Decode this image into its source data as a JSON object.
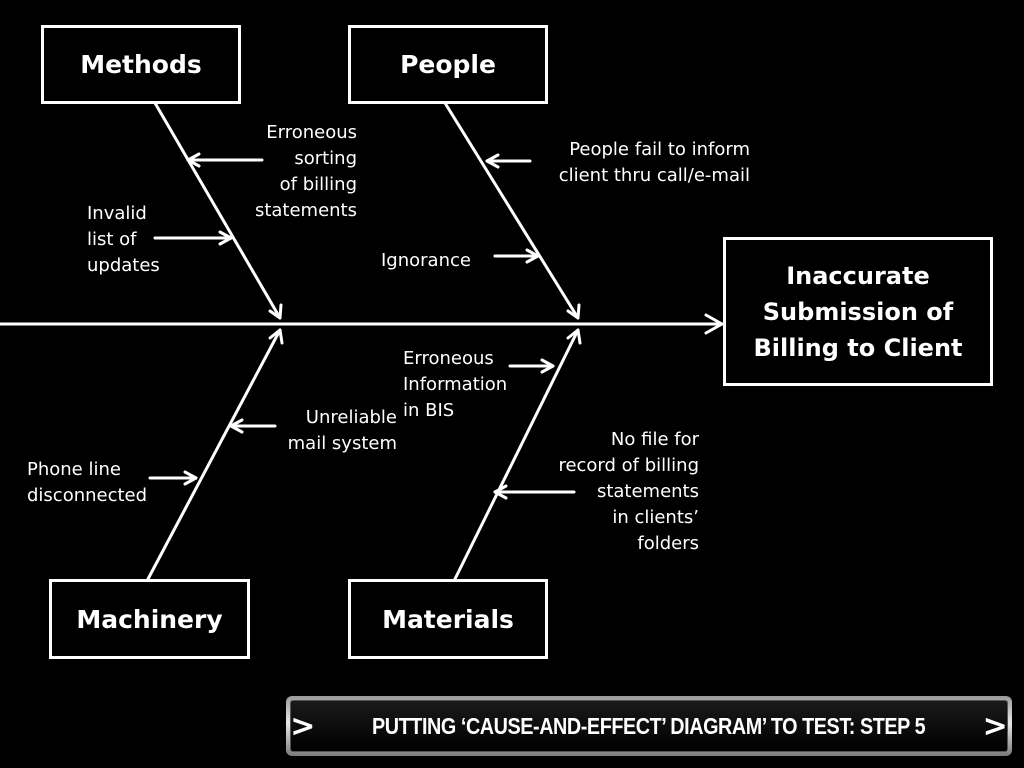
{
  "categories": {
    "methods": "Methods",
    "people": "People",
    "machinery": "Machinery",
    "materials": "Materials"
  },
  "effect": "Inaccurate\nSubmission of\nBilling to Client",
  "causes": {
    "methods": [
      "Erroneous\nsorting\nof billing\nstatements",
      "Invalid\nlist of\nupdates"
    ],
    "people": [
      "People fail to inform\nclient thru call/e-mail",
      "Ignorance"
    ],
    "machinery": [
      "Unreliable\nmail system",
      "Phone line\ndisconnected"
    ],
    "materials": [
      "Erroneous\nInformation\nin BIS",
      "No file for\nrecord of billing\nstatements\nin clients’\nfolders"
    ]
  },
  "footer": {
    "title": "PUTTING ‘CAUSE-AND-EFFECT’ DIAGRAM’ TO TEST: STEP 5",
    "left_glyph": ">",
    "right_glyph": ">"
  },
  "colors": {
    "background": "#000000",
    "foreground": "#ffffff"
  }
}
